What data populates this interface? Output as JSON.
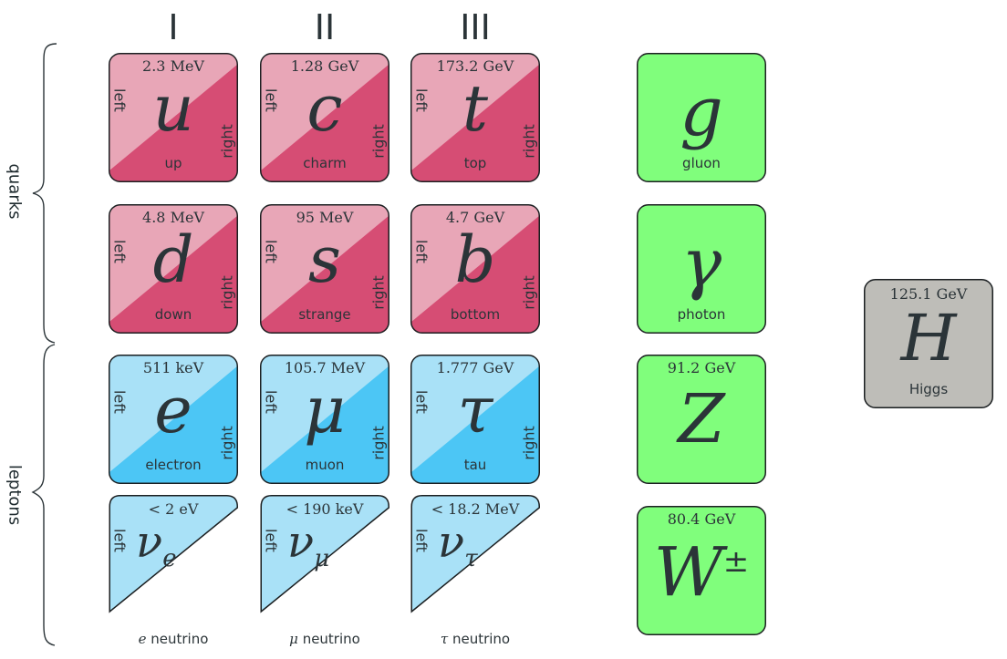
{
  "generations": [
    "I",
    "II",
    "III"
  ],
  "groups": {
    "quarks": "quarks",
    "leptons": "leptons"
  },
  "chirality": {
    "left": "left",
    "right": "right"
  },
  "colors": {
    "quark_light": "#e8a6b7",
    "quark_dark": "#d64d74",
    "lepton_light": "#a9e1f7",
    "lepton_dark": "#4cc6f5",
    "boson": "#80fe7c",
    "higgs": "#bebdb8",
    "stroke": "#1b1f21"
  },
  "quarks": [
    {
      "mass": "2.3 MeV",
      "symbol": "u",
      "name": "up"
    },
    {
      "mass": "1.28 GeV",
      "symbol": "c",
      "name": "charm"
    },
    {
      "mass": "173.2 GeV",
      "symbol": "t",
      "name": "top"
    },
    {
      "mass": "4.8 MeV",
      "symbol": "d",
      "name": "down"
    },
    {
      "mass": "95 MeV",
      "symbol": "s",
      "name": "strange"
    },
    {
      "mass": "4.7 GeV",
      "symbol": "b",
      "name": "bottom"
    }
  ],
  "leptons": [
    {
      "mass": "511 keV",
      "symbol": "e",
      "name": "electron"
    },
    {
      "mass": "105.7 MeV",
      "symbol": "μ",
      "name": "muon"
    },
    {
      "mass": "1.777 GeV",
      "symbol": "τ",
      "name": "tau"
    }
  ],
  "neutrinos": [
    {
      "mass": "< 2 eV",
      "symbol": "ν",
      "sub": "e",
      "name_prefix": "e",
      "name": "neutrino"
    },
    {
      "mass": "< 190 keV",
      "symbol": "ν",
      "sub": "μ",
      "name_prefix": "μ",
      "name": "neutrino"
    },
    {
      "mass": "< 18.2 MeV",
      "symbol": "ν",
      "sub": "τ",
      "name_prefix": "τ",
      "name": "neutrino"
    }
  ],
  "bosons": [
    {
      "mass": "",
      "symbol": "g",
      "name": "gluon"
    },
    {
      "mass": "",
      "symbol": "γ",
      "name": "photon"
    },
    {
      "mass": "91.2 GeV",
      "symbol": "Z",
      "name": ""
    },
    {
      "mass": "80.4 GeV",
      "symbol": "W±",
      "name": ""
    }
  ],
  "higgs": {
    "mass": "125.1 GeV",
    "symbol": "H",
    "name": "Higgs"
  }
}
